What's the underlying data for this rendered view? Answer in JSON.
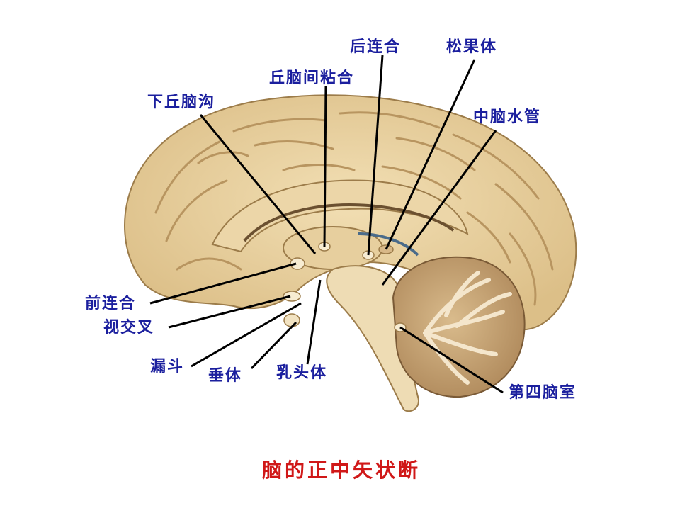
{
  "figure": {
    "caption": "脑的正中矢状断",
    "caption_color": "#d01818",
    "label_color": "#1b1f9e",
    "leader_color": "#000000",
    "labels": [
      {
        "id": "inferior-colliculus-sulcus",
        "text": "下丘脑沟"
      },
      {
        "id": "interthalamic-adhesion",
        "text": "丘脑间粘合"
      },
      {
        "id": "posterior-commissure",
        "text": "后连合"
      },
      {
        "id": "pineal-body",
        "text": "松果体"
      },
      {
        "id": "cerebral-aqueduct",
        "text": "中脑水管"
      },
      {
        "id": "anterior-commissure",
        "text": "前连合"
      },
      {
        "id": "optic-chiasm",
        "text": "视交叉"
      },
      {
        "id": "infundibulum",
        "text": "漏斗"
      },
      {
        "id": "hypophysis",
        "text": "垂体"
      },
      {
        "id": "mammillary-body",
        "text": "乳头体"
      },
      {
        "id": "fourth-ventricle",
        "text": "第四脑室"
      }
    ]
  }
}
